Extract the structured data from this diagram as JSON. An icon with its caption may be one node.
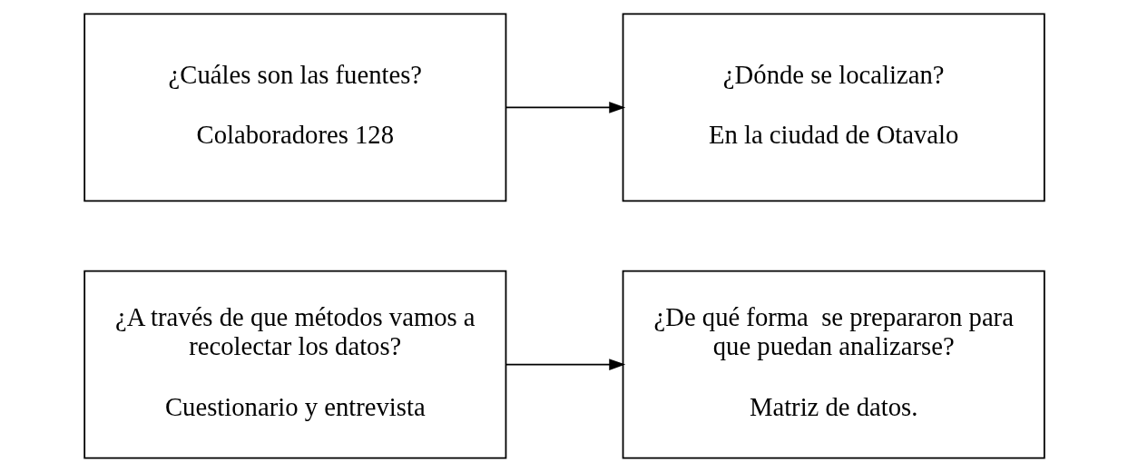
{
  "diagram": {
    "nodes": [
      {
        "text": [
          "¿Cuáles son las fuentes?",
          "Colaboradores 128"
        ]
      },
      {
        "text": [
          "¿Dónde se localizan?",
          "En la ciudad de Otavalo"
        ]
      },
      {
        "text": [
          "¿A través de que métodos vamos a recolectar los datos?",
          "Cuestionario y entrevista"
        ]
      },
      {
        "text": [
          "¿De qué forma  se prepararon para que puedan analizarse?",
          "Matriz de datos."
        ]
      }
    ],
    "edges": [
      {
        "from": 0,
        "to": 1,
        "arrow": "to"
      },
      {
        "from": 2,
        "to": 3,
        "arrow": "to"
      }
    ]
  }
}
